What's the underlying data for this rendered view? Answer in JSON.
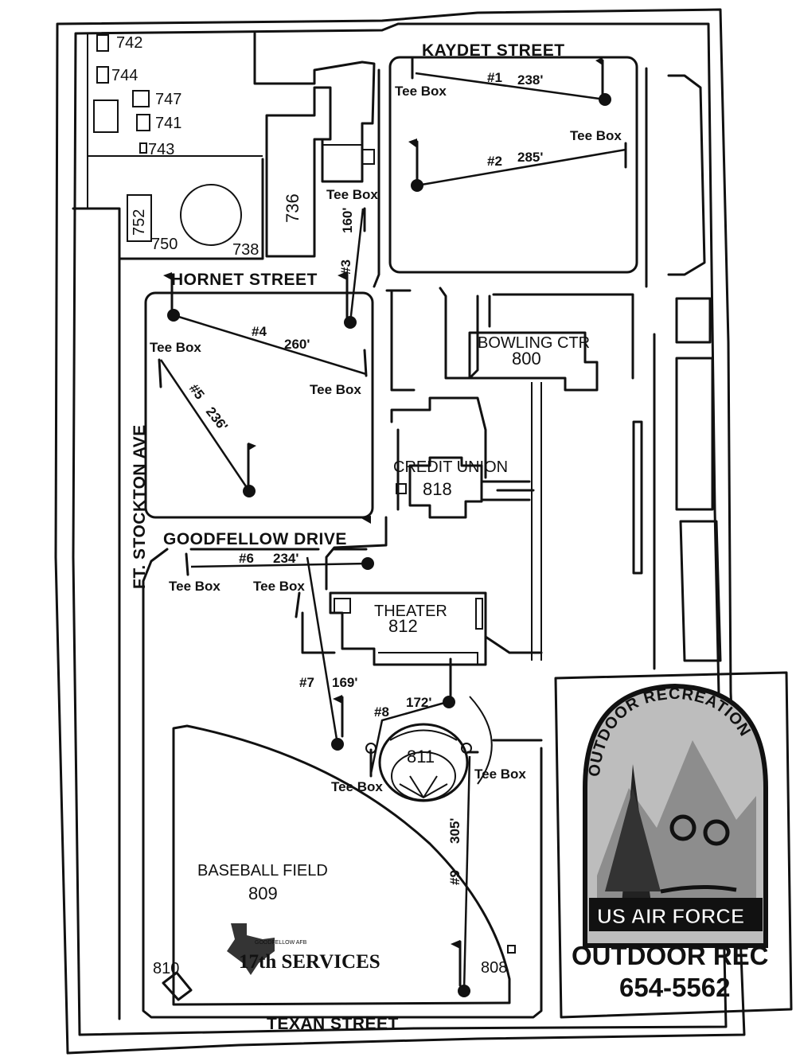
{
  "streets": {
    "kaydet": "KAYDET STREET",
    "hornet": "HORNET STREET",
    "goodfellow": "GOODFELLOW DRIVE",
    "stockton": "FT. STOCKTON AVE",
    "texan": "TEXAN STREET"
  },
  "buildings": {
    "b742": "742",
    "b744": "744",
    "b747": "747",
    "b741": "741",
    "b743": "743",
    "b752": "752",
    "b736": "736",
    "b750": "750",
    "b738": "738",
    "bowling_name": "BOWLING CTR",
    "bowling_num": "800",
    "credit_name": "CREDIT UNION",
    "credit_num": "818",
    "theater_name": "THEATER",
    "theater_num": "812",
    "b811": "811",
    "baseball_name": "BASEBALL FIELD",
    "baseball_num": "809",
    "b810": "810",
    "b808": "808"
  },
  "holes": [
    {
      "label": "#1",
      "distance": "238'"
    },
    {
      "label": "#2",
      "distance": "285'"
    },
    {
      "label": "#3",
      "distance": "160'"
    },
    {
      "label": "#4",
      "distance": "260'"
    },
    {
      "label": "#5",
      "distance": "236'"
    },
    {
      "label": "#6",
      "distance": "234'"
    },
    {
      "label": "#7",
      "distance": "169'"
    },
    {
      "label": "#8",
      "distance": "172'"
    },
    {
      "label": "#9",
      "distance": "305'"
    }
  ],
  "tee_label": "Tee Box",
  "services_logo": {
    "text": "17th SERVICES",
    "tagline": "GOODFELLOW AFB"
  },
  "outdoor_logo": {
    "arc_text": "OUTDOOR RECREATION",
    "banner": "US AIR FORCE",
    "name": "OUTDOOR REC",
    "phone": "654-5562"
  }
}
